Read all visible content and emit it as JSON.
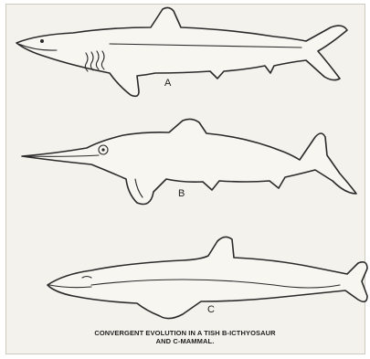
{
  "figure": {
    "labels": {
      "shark": "A",
      "ichthyosaur": "B",
      "dolphin": "C"
    },
    "caption": {
      "line1": "CONVERGENT EVOLUTION IN A TISH B-ICTHYOSAUR",
      "line2": "AND C-MAMMAL."
    }
  }
}
